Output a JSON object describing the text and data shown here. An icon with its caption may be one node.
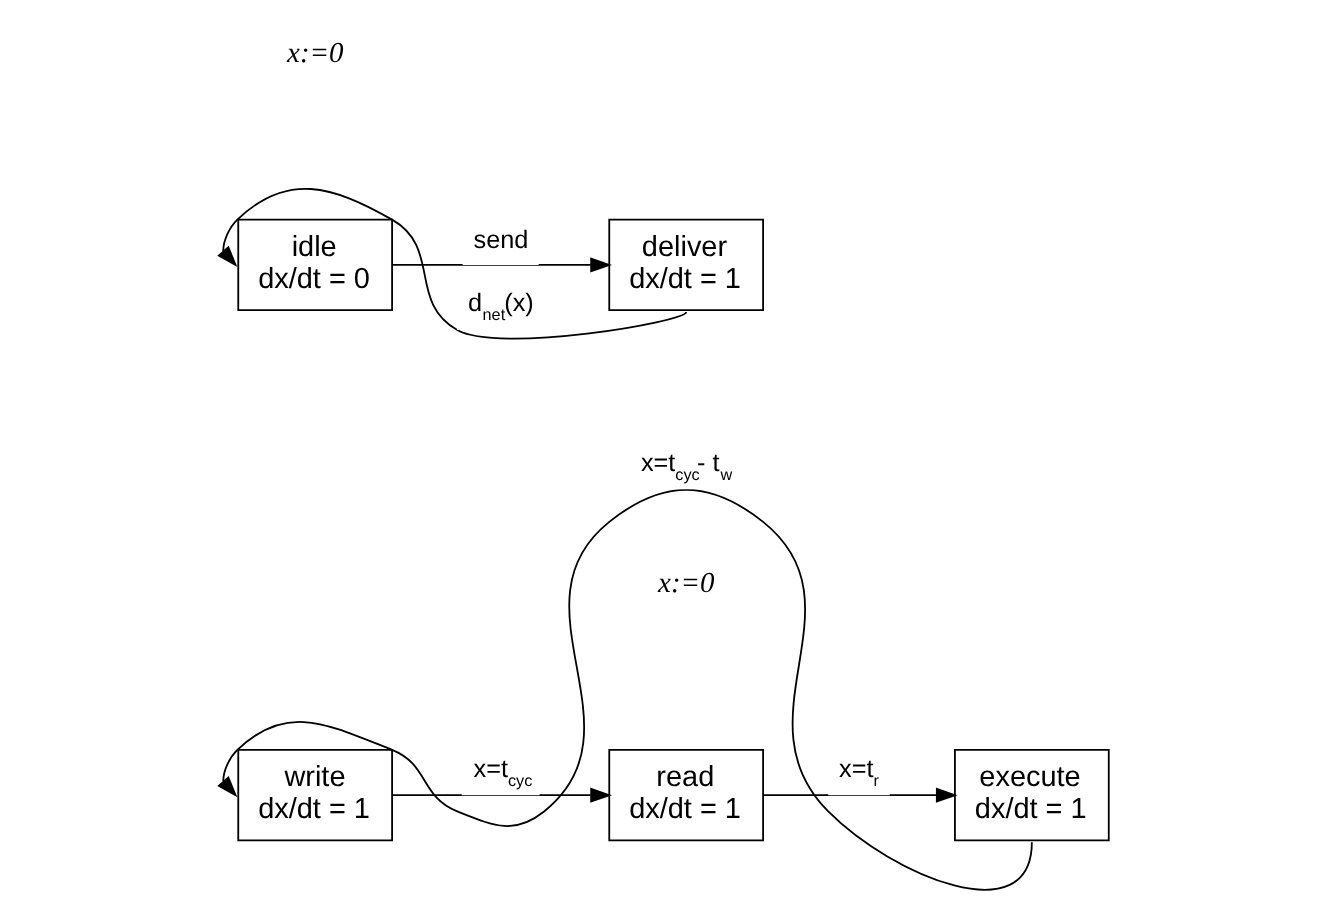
{
  "diagram": {
    "nodes": [
      {
        "text": [
          "write",
          "dx/dt = 1"
        ]
      },
      {
        "text": [
          "read",
          "dx/dt = 1"
        ]
      },
      {
        "text": [
          "execute",
          "dx/dt = 1"
        ]
      },
      {
        "text": [
          "idle",
          "dx/dt = 0"
        ]
      },
      {
        "text": [
          "deliver",
          "dx/dt = 1"
        ]
      }
    ],
    "edges": [
      {
        "from": 0,
        "to": 1,
        "arrow": "to",
        "label": "x=t$_{cyc}$"
      },
      {
        "from": 1,
        "to": 2,
        "arrow": "to",
        "label": "x=t$_{r}$"
      },
      {
        "from": 2,
        "to": 0,
        "arrow": "to",
        "label": "x=t$_{cyc}$- t$_{w}$"
      },
      {
        "from": 3,
        "to": 4,
        "arrow": "to",
        "label": "send"
      },
      {
        "from": 4,
        "to": 3,
        "arrow": "to",
        "label": "d$_{net}$(x)"
      }
    ],
    "labels": [
      "x:=0",
      "x:=0"
    ]
  }
}
